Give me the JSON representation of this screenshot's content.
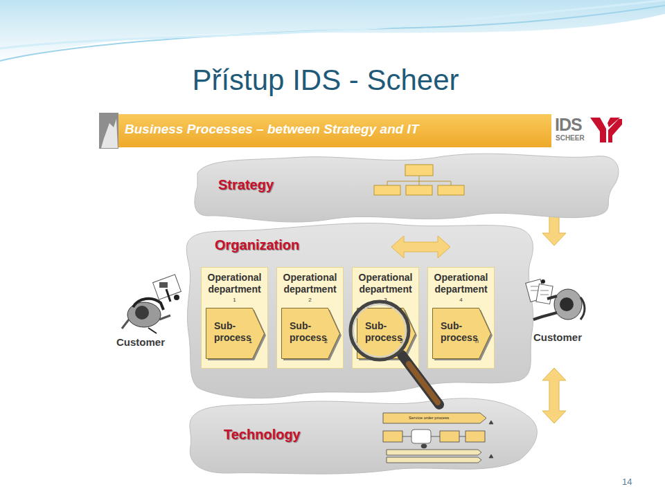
{
  "diagram": {
    "title": "Přístup IDS - Scheer",
    "nodes": [
      {
        "text": [
          "Strategy"
        ]
      },
      {
        "text": [
          "Organization"
        ]
      },
      {
        "text": [
          "Operational department",
          "1"
        ],
        "in": 1
      },
      {
        "text": [
          "Sub- process",
          "1"
        ],
        "in": 2
      },
      {
        "text": [
          "Operational department",
          "2"
        ],
        "in": 1
      },
      {
        "text": [
          "Sub- process",
          "2"
        ],
        "in": 4
      },
      {
        "text": [
          "Operational department",
          "3"
        ],
        "in": 1
      },
      {
        "text": [
          "Sub- process",
          "3"
        ],
        "in": 6
      },
      {
        "text": [
          "Operational department",
          "4"
        ],
        "in": 1
      },
      {
        "text": [
          "Sub- process",
          "n"
        ],
        "in": 8
      },
      {
        "text": [
          "Technology"
        ]
      }
    ],
    "edges": [
      {
        "from": 0,
        "to": 1,
        "arrow": "both"
      },
      {
        "from": 1,
        "to": 10,
        "arrow": "both"
      }
    ],
    "labels": [
      "Business Processes – between Strategy and IT",
      "IDS",
      "SCHEER",
      "Customer",
      "Customer",
      "Service order process",
      "14"
    ]
  }
}
